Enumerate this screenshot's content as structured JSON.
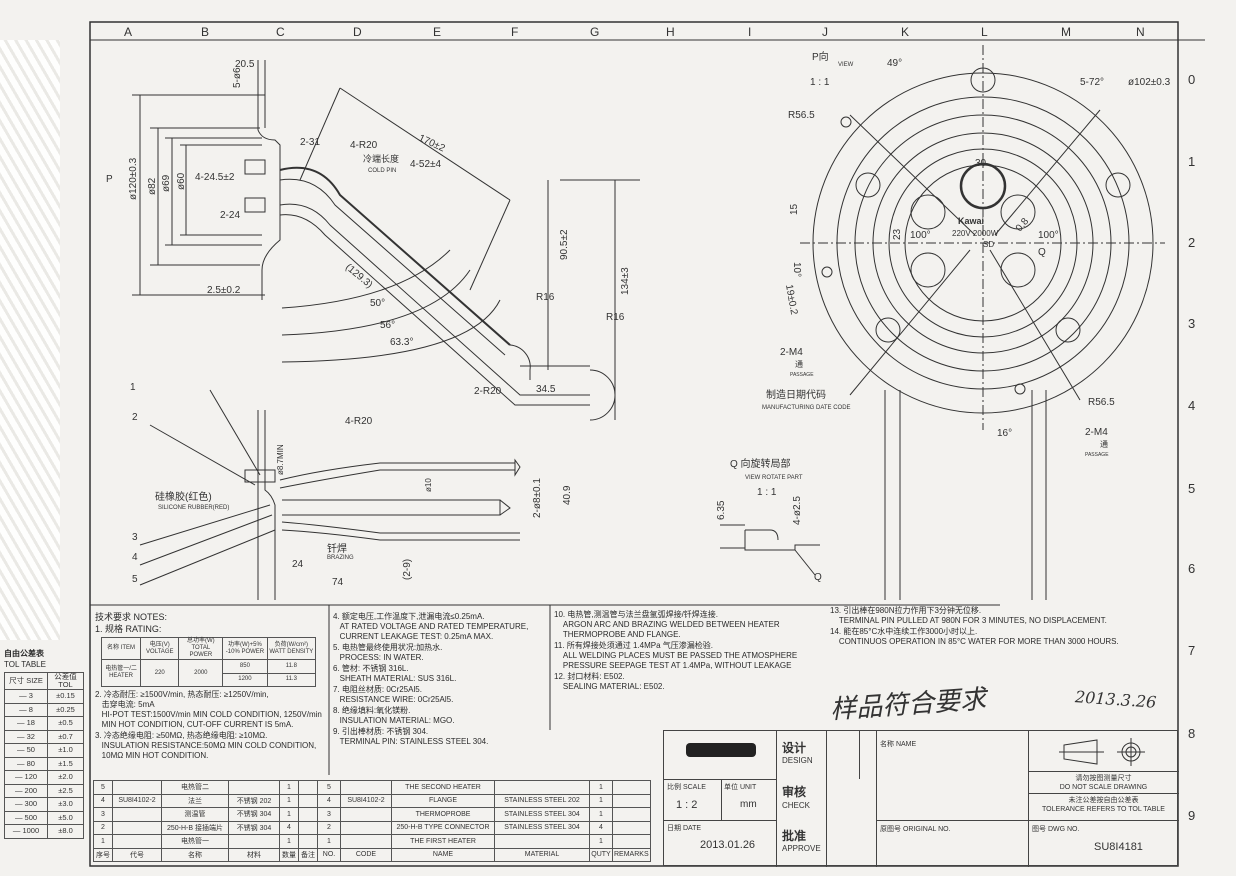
{
  "grid": {
    "columns": [
      "A",
      "B",
      "C",
      "D",
      "E",
      "F",
      "G",
      "H",
      "I",
      "J",
      "K",
      "L",
      "M",
      "N"
    ],
    "rows": [
      "0",
      "1",
      "2",
      "3",
      "4",
      "5",
      "6",
      "7",
      "8",
      "9"
    ]
  },
  "side_view": {
    "view_arrow": "P",
    "dims": [
      "20.5",
      "5-ø6",
      "ø120±0.3",
      "ø82",
      "ø69",
      "ø60",
      "4-24.5±2",
      "2-24",
      "2-31",
      "4-R20",
      "170±2",
      "4-52±4",
      "2.5±0.2",
      "(129.3)",
      "50°",
      "56°",
      "63.3°",
      "90.5±2",
      "134±3",
      "R16",
      "R16",
      "2-R20",
      "34.5"
    ],
    "cold_pin_cn": "冷端长度",
    "cold_pin_en": "COLD PIN"
  },
  "front_view": {
    "callouts": [
      "1",
      "2",
      "3",
      "4",
      "5"
    ],
    "dims": [
      "4-R20",
      "ø8.7MIN",
      "ø10",
      "2-ø8±0.1",
      "40.9",
      "24",
      "74",
      "(2-9)"
    ],
    "silicone_cn": "硅橡胶(红色)",
    "silicone_en": "SILICONE RUBBER(RED)",
    "brazing_cn": "钎焊",
    "brazing_en": "BRAZING"
  },
  "p_view": {
    "title_cn": "P向",
    "title_en": "VIEW",
    "scale": "1 : 1",
    "dims": [
      "49°",
      "5-72°",
      "ø102±0.3",
      "R56.5",
      "30",
      "15",
      "100°",
      "100°",
      "0.8",
      "Q",
      "10°",
      "19±0.2",
      "R56.5",
      "16°",
      "23"
    ],
    "marking": [
      "Kawai",
      "220V 2000W",
      "SD"
    ],
    "m4_left": "2-M4",
    "m4_right": "2-M4",
    "passage_cn": "通",
    "passage_en": "PASSAGE",
    "date_code_cn": "制造日期代码",
    "date_code_en": "MANUFACTURING DATE CODE"
  },
  "q_view": {
    "title_cn": "Q 向旋转局部",
    "title_en": "VIEW ROTATE PART",
    "scale": "1 : 1",
    "dims": [
      "6.35",
      "4-ø2.5",
      "Q"
    ]
  },
  "notes": [
    "技术要求 NOTES:",
    "1. 规格 RATING:",
    "2. 冷态耐压: ≥1500V/min, 热态耐压: ≥1250V/min,\n   击穿电流: 5mA\n   HI-POT TEST:1500V/min MIN COLD CONDITION, 1250V/min\n   MIN HOT CONDITION, CUT-OFF CURRENT IS 5mA.",
    "3. 冷态绝缘电阻: ≥50MΩ, 热态绝缘电阻: ≥10MΩ.\n   INSULATION RESISTANCE:50MΩ MIN COLD CONDITION,\n   10MΩ MIN HOT CONDITION.",
    "4. 额定电压,工作温度下,泄漏电流≤0.25mA.\n   AT RATED VOLTAGE AND RATED TEMPERATURE,\n   CURRENT LEAKAGE TEST: 0.25mA MAX.",
    "5. 电热管最终使用状况:加热水.\n   PROCESS: IN WATER.",
    "6. 管材: 不锈钢 316L.\n   SHEATH MATERIAL: SUS 316L.",
    "7. 电阻丝材质: 0Cr25Al5.\n   RESISTANCE WIRE: 0Cr25Al5.",
    "8. 绝缘填料:氧化镁粉.\n   INSULATION MATERIAL: MGO.",
    "9. 引出棒材质: 不锈钢 304.\n   TERMINAL PIN: STAINLESS STEEL 304.",
    "10. 电热管,测温管与法兰盘氩弧焊接/钎焊连接.\n    ARGON ARC AND BRAZING WELDED BETWEEN HEATER\n    THERMOPROBE AND FLANGE.",
    "11. 所有焊接处须通过 1.4MPa 气压渗漏检验.\n    ALL WELDING PLACES MUST BE PASSED THE ATMOSPHERE\n    PRESSURE SEEPAGE TEST AT 1.4MPa, WITHOUT LEAKAGE",
    "12. 封口材料: E502.\n    SEALING MATERIAL: E502.",
    "13. 引出棒在980N拉力作用下3分钟无位移.\n    TERMINAL PIN PULLED AT 980N FOR 3 MINUTES, NO DISPLACEMENT.",
    "14. 能在85°C水中连续工作3000小时以上.\n    CONTINUOS OPERATION IN 85°C WATER FOR MORE THAN 3000 HOURS."
  ],
  "rating_table": {
    "headers": [
      "名称 ITEM",
      "电压(V) VOLTAGE",
      "总功率(W) TOTAL POWER",
      "功率(W)+5% -10% POWER",
      "负荷(W/cm²) WATT DENSITY"
    ],
    "rows": [
      [
        "电热管一/二 HEATER",
        "220",
        "2000",
        "850",
        "11.8"
      ],
      [
        "",
        "",
        "",
        "1200",
        "11.3"
      ]
    ]
  },
  "tol_table": {
    "title_cn": "自由公差表",
    "title_en": "TOL TABLE",
    "headers": [
      "尺寸 SIZE",
      "公差值 TOL"
    ],
    "rows": [
      [
        "— 3",
        "±0.15"
      ],
      [
        "— 8",
        "±0.25"
      ],
      [
        "— 18",
        "±0.5"
      ],
      [
        "— 32",
        "±0.7"
      ],
      [
        "— 50",
        "±1.0"
      ],
      [
        "— 80",
        "±1.5"
      ],
      [
        "— 120",
        "±2.0"
      ],
      [
        "— 200",
        "±2.5"
      ],
      [
        "— 300",
        "±3.0"
      ],
      [
        "— 500",
        "±5.0"
      ],
      [
        "— 1000",
        "±8.0"
      ]
    ]
  },
  "parts": {
    "headers": [
      "序号",
      "代号",
      "名称",
      "材料",
      "数量",
      "备注",
      "NO.",
      "CODE",
      "NAME",
      "MATERIAL",
      "QUTY",
      "REMARKS"
    ],
    "rows": [
      [
        "5",
        "",
        "电热管二",
        "",
        "1",
        "",
        "5",
        "",
        "THE SECOND HEATER",
        "",
        "1",
        ""
      ],
      [
        "4",
        "SU8I4102-2",
        "法兰",
        "不锈钢 202",
        "1",
        "",
        "4",
        "SU8I4102-2",
        "FLANGE",
        "STAINLESS STEEL 202",
        "1",
        ""
      ],
      [
        "3",
        "",
        "测温管",
        "不锈钢 304",
        "1",
        "",
        "3",
        "",
        "THERMOPROBE",
        "STAINLESS STEEL 304",
        "1",
        ""
      ],
      [
        "2",
        "",
        "250-H-B 接插端片",
        "不锈钢 304",
        "4",
        "",
        "2",
        "",
        "250-H-B TYPE CONNECTOR",
        "STAINLESS STEEL 304",
        "4",
        ""
      ],
      [
        "1",
        "",
        "电热管一",
        "",
        "1",
        "",
        "1",
        "",
        "THE FIRST HEATER",
        "",
        "1",
        ""
      ]
    ]
  },
  "title_block": {
    "design_cn": "设计",
    "design_en": "DESIGN",
    "check_cn": "审核",
    "check_en": "CHECK",
    "approve_cn": "批准",
    "approve_en": "APPROVE",
    "scale_label": "比例 SCALE",
    "scale": "1 : 2",
    "unit_label": "单位 UNIT",
    "unit": "mm",
    "date_label": "日期 DATE",
    "date": "2013.01.26",
    "name_label": "名称 NAME",
    "orig_label": "原图号 ORIGINAL NO.",
    "dwg_label": "图号 DWG NO.",
    "dwg_no": "SU8I4181",
    "no_scale_cn": "请勿按图测量尺寸",
    "no_scale_en": "DO NOT SCALE DRAWING",
    "tol_cn": "未注公差按自由公差表",
    "tol_en": "TOLERANCE REFERS TO TOL TABLE"
  },
  "handwriting": {
    "approval": "样品符合要求",
    "signed_date": "2013.3.26"
  }
}
